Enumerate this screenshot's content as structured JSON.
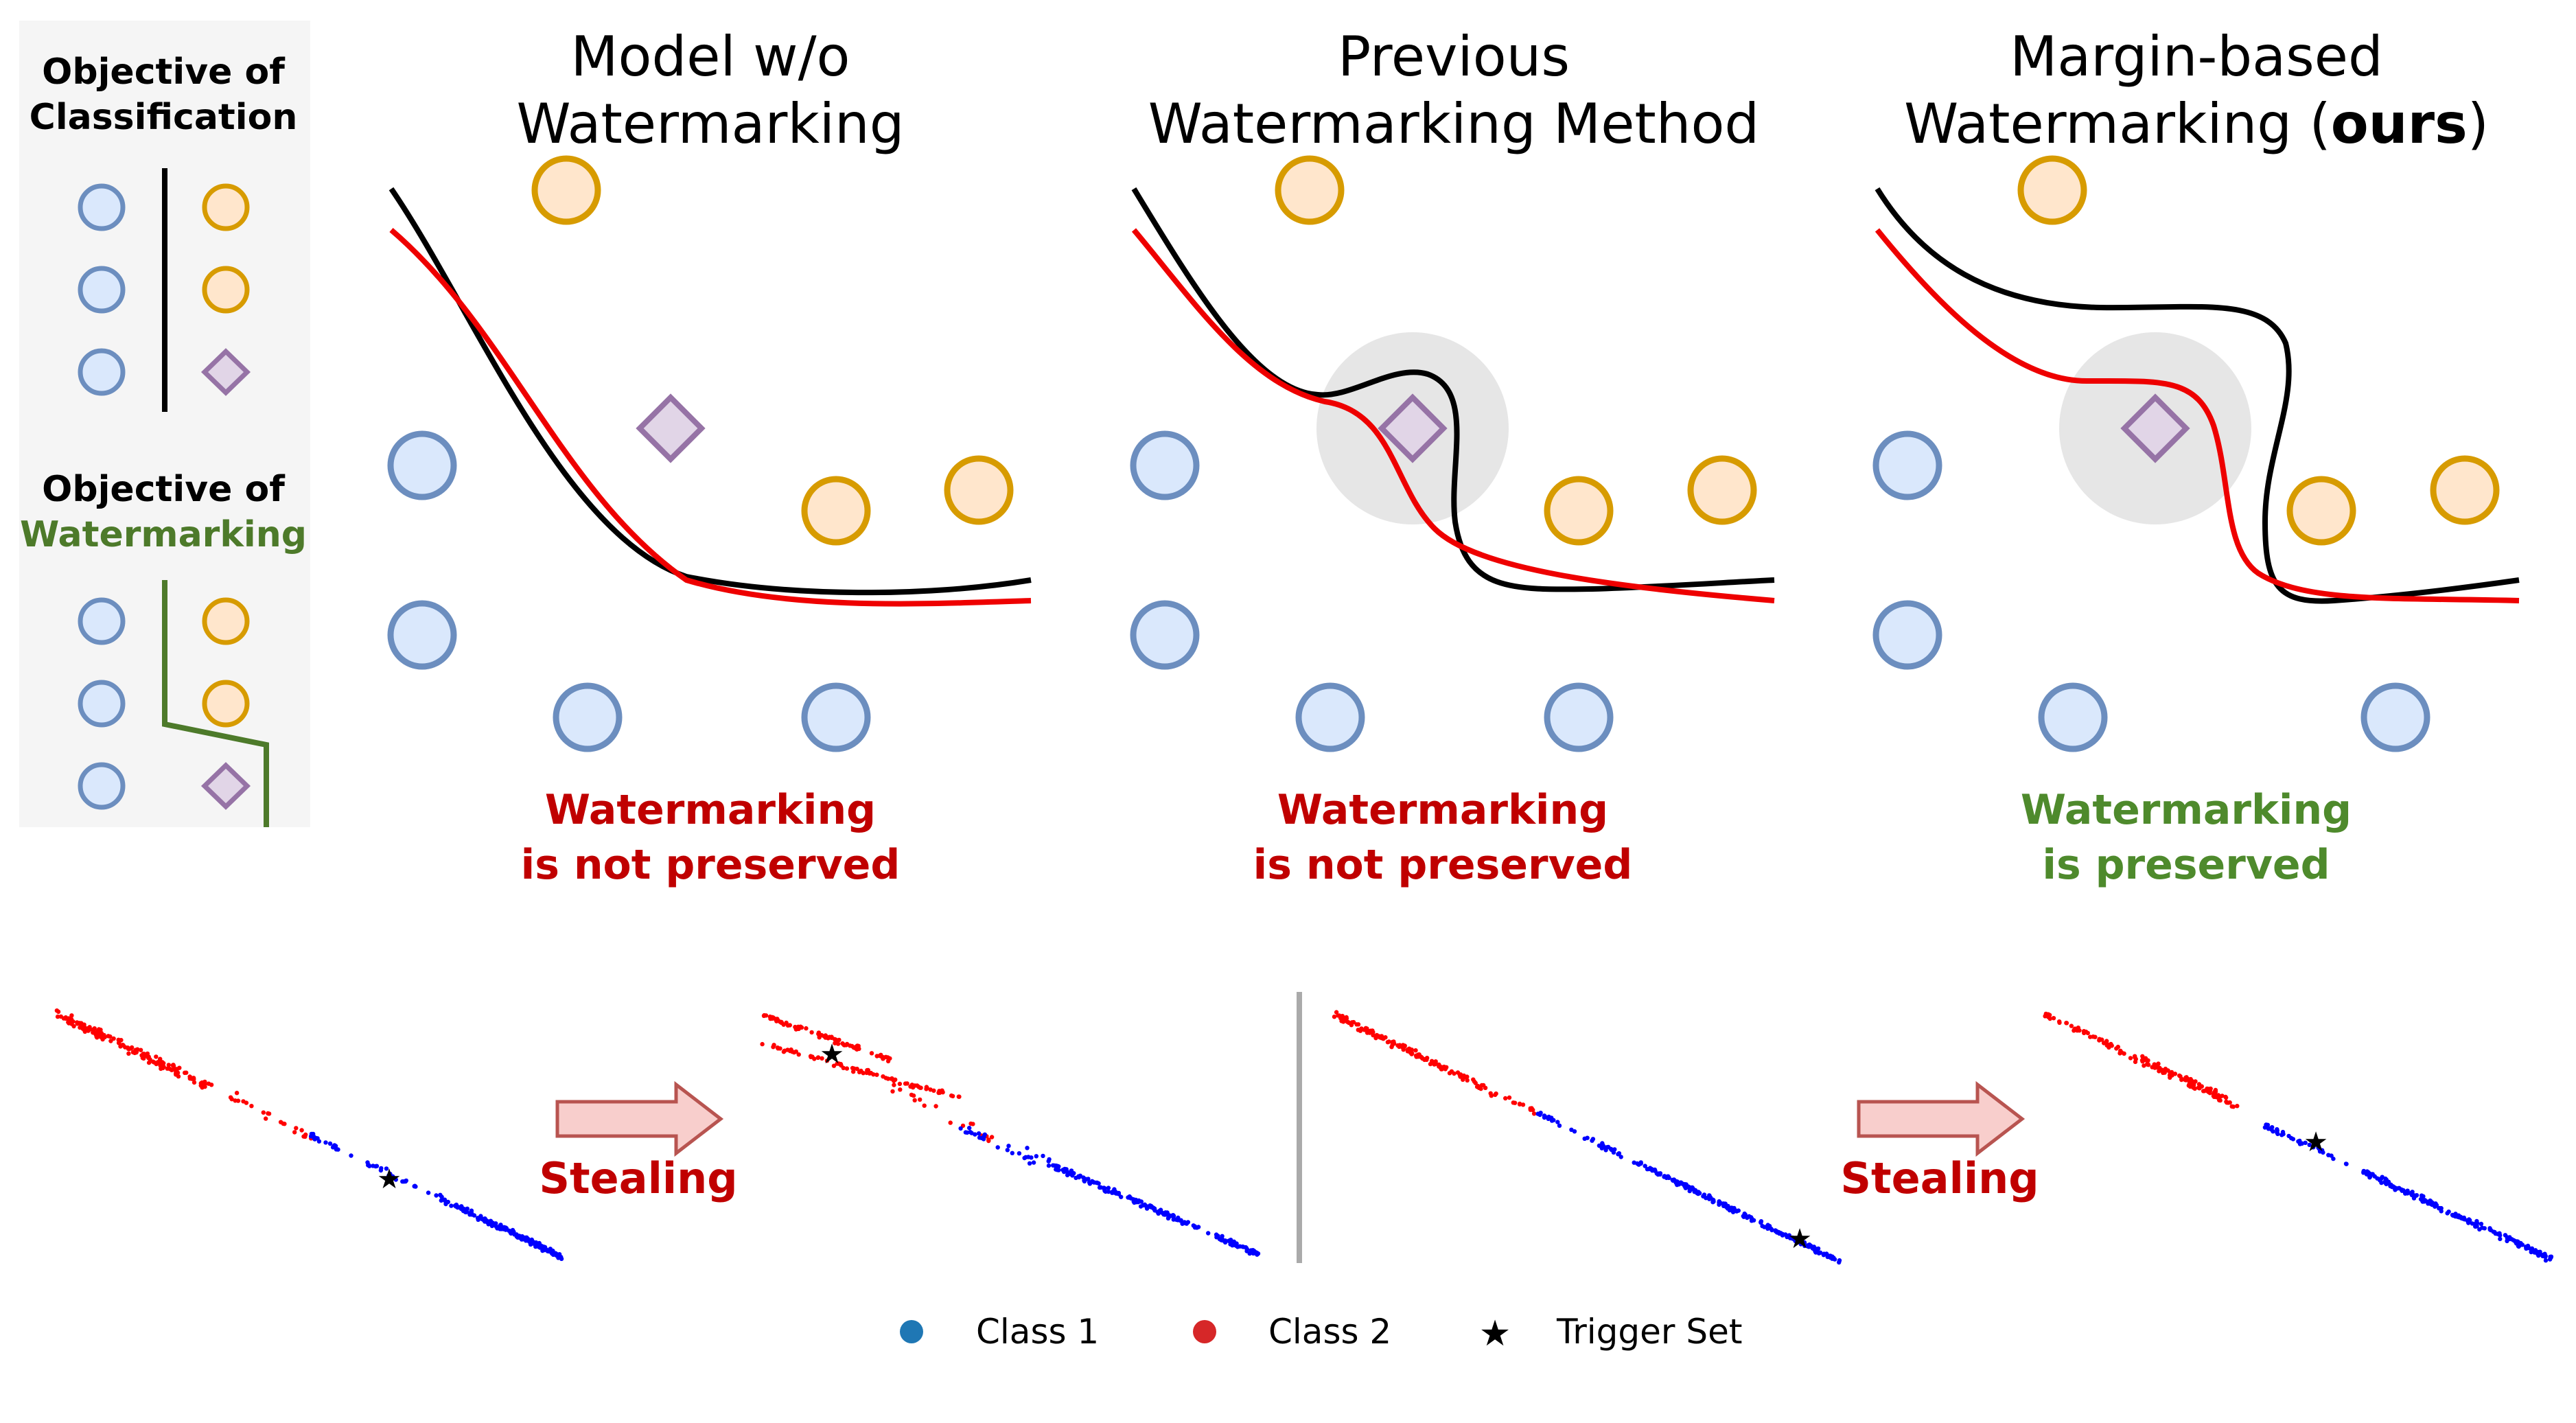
{
  "legend_box": {
    "classification_title_line1": "Objective of",
    "classification_title_line2": "Classification",
    "watermarking_title_line1": "Objective of",
    "watermarking_title_line2": "Watermarking"
  },
  "panels": [
    {
      "title_line1": "Model w/o",
      "title_line2": "Watermarking",
      "verdict_line1": "Watermarking",
      "verdict_line2": "is not preserved"
    },
    {
      "title_line1": "Previous",
      "title_line2": "Watermarking Method",
      "verdict_line1": "Watermarking",
      "verdict_line2": "is not preserved"
    },
    {
      "title_line1": "Margin-based",
      "title_line2_prefix": "Watermarking (",
      "title_line2_bold": "ours",
      "title_line2_suffix": ")",
      "verdict_line1": "Watermarking",
      "verdict_line2": "is preserved"
    }
  ],
  "arrows": [
    {
      "label": "Stealing"
    },
    {
      "label": "Stealing"
    }
  ],
  "bottom_legend": {
    "class1": "Class 1",
    "class2": "Class 2",
    "trigger": "Trigger Set"
  },
  "colors": {
    "class1_fill": "#dae8fc",
    "class1_stroke": "#6c8ebf",
    "class2_fill": "#ffe6cc",
    "class2_stroke": "#d79b00",
    "trigger_fill": "#e1d5e7",
    "trigger_stroke": "#9673a6",
    "black_boundary": "#000000",
    "red_boundary": "#ee0000",
    "green_boundary": "#4d7a2a",
    "not_preserved_text": "#c00000",
    "preserved_text": "#4e8a2c",
    "stealing_text": "#c00000",
    "scatter_red": "#ff0000",
    "scatter_blue": "#0000ff",
    "legend_class1": "#1f77b4",
    "legend_class2": "#d62728",
    "legend_box_bg": "#f5f5f5"
  }
}
